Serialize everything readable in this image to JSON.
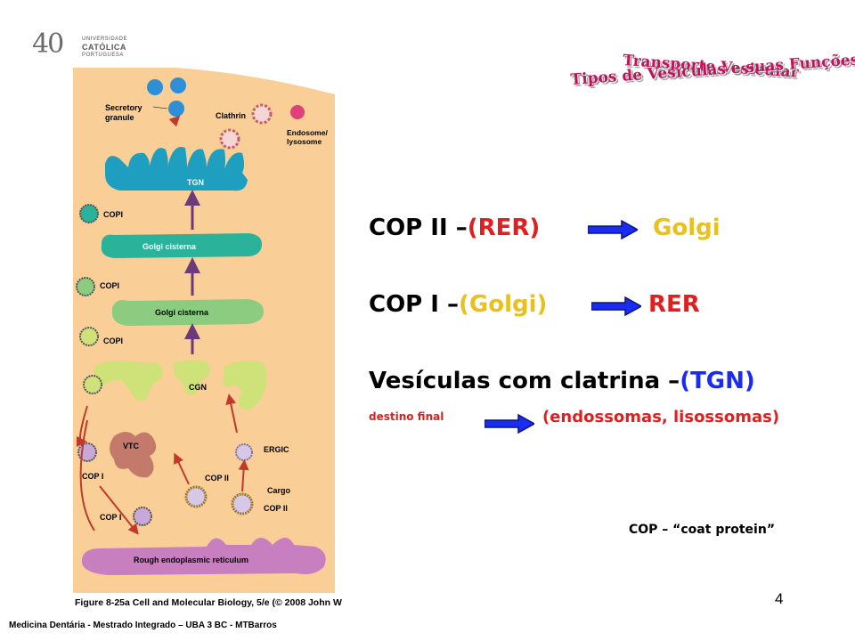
{
  "logo": {
    "numeral": "40",
    "line1": "UNIVERSIDADE",
    "line2": "CATÓLICA",
    "line3": "PORTUGUESA"
  },
  "title": {
    "line1": "Transporte Vesicular",
    "line2": "Tipos de Vesículas e suas Funções"
  },
  "statements": {
    "cop2": {
      "a": "COP II –",
      "b": "(RER)",
      "c": "Golgi"
    },
    "cop1": {
      "a": "COP  I –",
      "b": "(Golgi)",
      "c": "RER"
    },
    "clathrin": {
      "a": "Vesículas com clatrina –",
      "b": "(TGN)"
    },
    "dest": {
      "a": "destino final",
      "b": "(endossomas, lisossomas)"
    }
  },
  "note": "COP – “coat protein”",
  "figure": {
    "caption": "Figure 8-25a Cell and Molecular Biology, 5/e (© 2008 John W",
    "labels": {
      "secretory": "Secretory",
      "granule": "granule",
      "clathrin": "Clathrin",
      "endosome": "Endosome/",
      "lysosome": "lysosome",
      "tgn": "TGN",
      "copi": "COPI",
      "golgi1": "Golgi cisterna",
      "golgi2": "Golgi cisterna",
      "cgn": "CGN",
      "vtc": "VTC",
      "ergic": "ERGIC",
      "copI": "COP I",
      "copII": "COP II",
      "cargo": "Cargo",
      "rer": "Rough endoplasmic reticulum"
    }
  },
  "page_number": "4",
  "footer": "Medicina Dentária - Mestrado Integrado – UBA 3 BC - MTBarros",
  "colors": {
    "title": "#c0145a",
    "red": "#e02020",
    "yellow": "#e8c020",
    "arrow": "#1a2cf0",
    "cytoplasm": "#f9cf97"
  }
}
